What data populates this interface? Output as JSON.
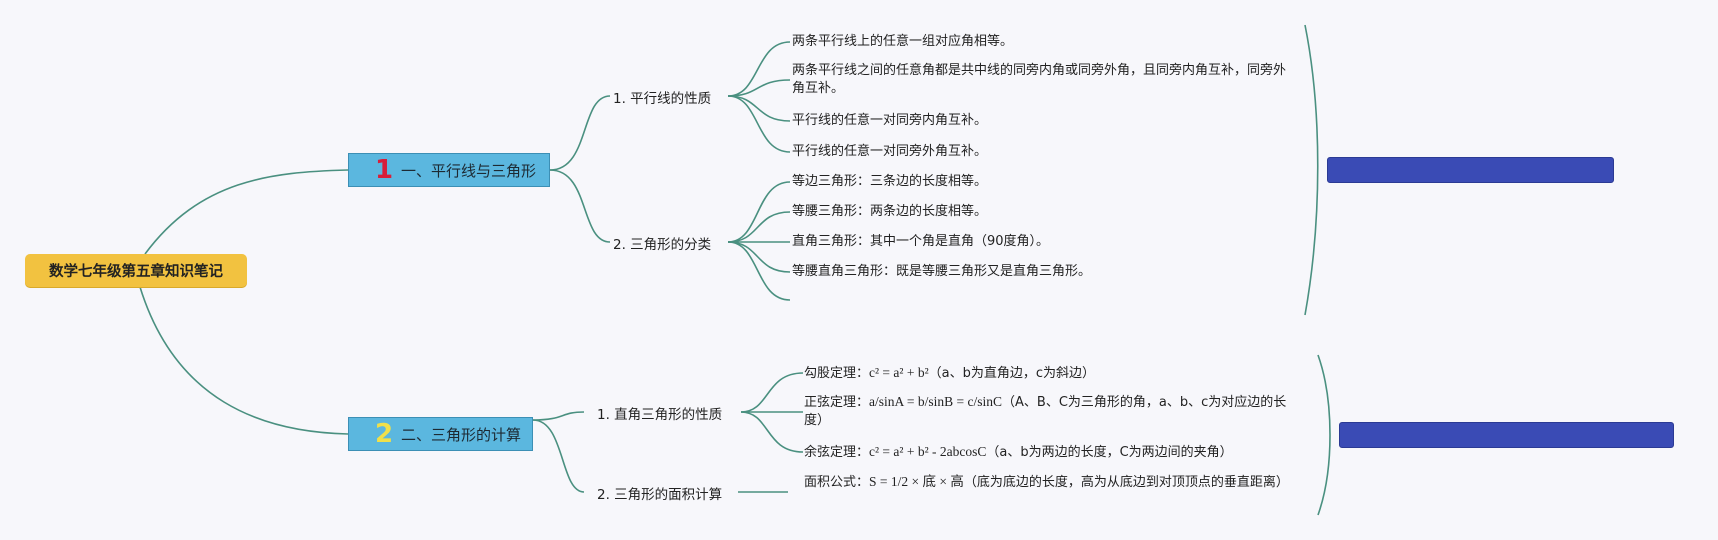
{
  "root": {
    "label": "数学七年级第五章知识笔记"
  },
  "branches": [
    {
      "number": "1",
      "label": "一、平行线与三角形",
      "number_color": "#d81e3a",
      "subtopics": [
        {
          "label": "1. 平行线的性质",
          "items": [
            {
              "text": "两条平行线上的任意一组对应角相等。"
            },
            {
              "text": "两条平行线之间的任意角都是共中线的同旁内角或同旁外角，且同旁内角互补，同旁外角互补。"
            },
            {
              "text": "平行线的任意一对同旁内角互补。"
            },
            {
              "text": "平行线的任意一对同旁外角互补。"
            }
          ]
        },
        {
          "label": "2. 三角形的分类",
          "items": [
            {
              "text": "等边三角形：三条边的长度相等。"
            },
            {
              "text": "等腰三角形：两条边的长度相等。"
            },
            {
              "text": "直角三角形：其中一个角是直角（90度角）。"
            },
            {
              "text": "等腰直角三角形：既是等腰三角形又是直角三角形。"
            },
            {
              "text": ""
            }
          ]
        }
      ]
    },
    {
      "number": "2",
      "label": "二、三角形的计算",
      "number_color": "#f0e04a",
      "subtopics": [
        {
          "label": "1. 直角三角形的性质",
          "items": [
            {
              "prefix": "勾股定理：",
              "formula": "c² = a² + b²",
              "suffix": "（a、b为直角边，c为斜边）"
            },
            {
              "prefix": "正弦定理：",
              "formula": "a/sinA = b/sinB = c/sinC",
              "suffix": "（A、B、C为三角形的角，a、b、c为对应边的长度）"
            },
            {
              "prefix": "余弦定理：",
              "formula": "c² = a² + b² - 2abcosC",
              "suffix": "（a、b为两边的长度，C为两边间的夹角）"
            }
          ]
        },
        {
          "label": "2. 三角形的面积计算",
          "items": [
            {
              "prefix": "面积公式：",
              "formula": "S = 1/2 × 底 × 高",
              "suffix": "（底为底边的长度，高为从底边到对顶顶点的垂直距离）"
            }
          ]
        }
      ]
    }
  ],
  "colors": {
    "line": "#4a9080",
    "root_bg": "#f2c240",
    "branch_bg": "#5bb7df",
    "summary_bg": "#3a4bb5"
  }
}
